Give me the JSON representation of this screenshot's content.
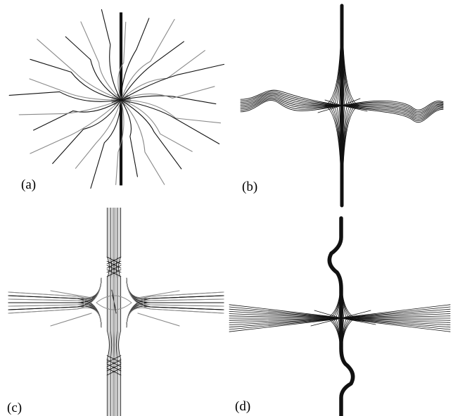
{
  "panels": [
    {
      "id": "a",
      "label": "(a)"
    },
    {
      "id": "b",
      "label": "(b)"
    },
    {
      "id": "c",
      "label": "(c)"
    },
    {
      "id": "d",
      "label": "(d)"
    }
  ],
  "colors": {
    "dark_stroke": "#111111",
    "light_stroke": "#8a8a8a",
    "background": "#ffffff"
  }
}
